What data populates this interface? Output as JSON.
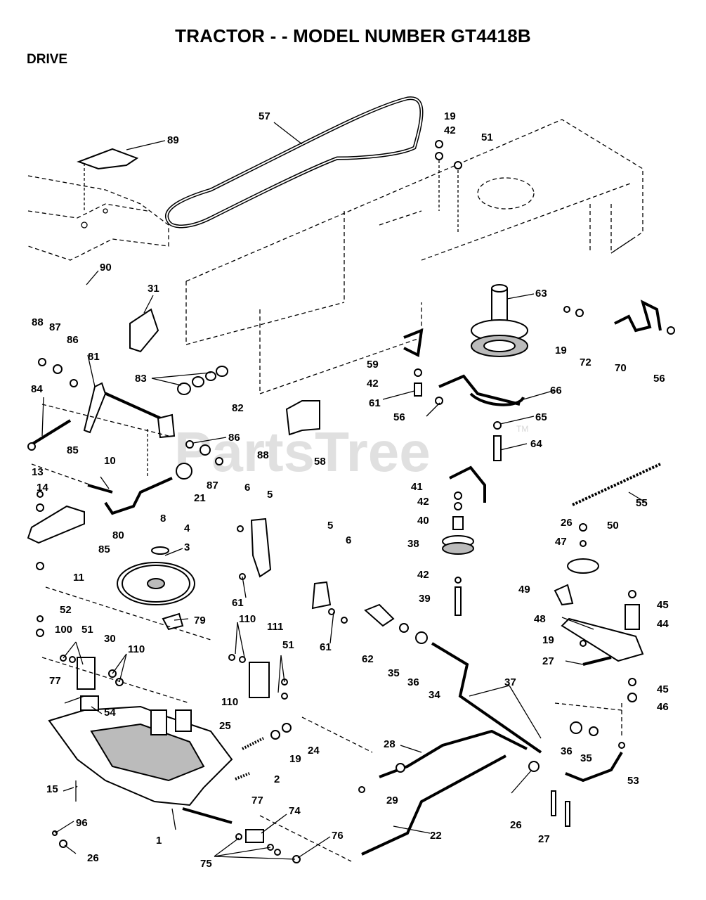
{
  "title": "TRACTOR - - MODEL NUMBER GT4418B",
  "section": "DRIVE",
  "watermark": {
    "text": "PartsTree",
    "tm": "TM"
  },
  "callouts": [
    {
      "id": "c57",
      "text": "57"
    },
    {
      "id": "c19a",
      "text": "19"
    },
    {
      "id": "c42a",
      "text": "42"
    },
    {
      "id": "c51a",
      "text": "51"
    },
    {
      "id": "c89",
      "text": "89"
    },
    {
      "id": "c90",
      "text": "90"
    },
    {
      "id": "c31",
      "text": "31"
    },
    {
      "id": "c63",
      "text": "63"
    },
    {
      "id": "c19b",
      "text": "19"
    },
    {
      "id": "c72",
      "text": "72"
    },
    {
      "id": "c70",
      "text": "70"
    },
    {
      "id": "c56a",
      "text": "56"
    },
    {
      "id": "c88a",
      "text": "88"
    },
    {
      "id": "c87a",
      "text": "87"
    },
    {
      "id": "c86a",
      "text": "86"
    },
    {
      "id": "c81",
      "text": "81"
    },
    {
      "id": "c83",
      "text": "83"
    },
    {
      "id": "c82",
      "text": "82"
    },
    {
      "id": "c84",
      "text": "84"
    },
    {
      "id": "c85a",
      "text": "85"
    },
    {
      "id": "c86b",
      "text": "86"
    },
    {
      "id": "c88b",
      "text": "88"
    },
    {
      "id": "c87b",
      "text": "87"
    },
    {
      "id": "c58",
      "text": "58"
    },
    {
      "id": "c59",
      "text": "59"
    },
    {
      "id": "c42b",
      "text": "42"
    },
    {
      "id": "c61a",
      "text": "61"
    },
    {
      "id": "c56b",
      "text": "56"
    },
    {
      "id": "c66",
      "text": "66"
    },
    {
      "id": "c65",
      "text": "65"
    },
    {
      "id": "c64",
      "text": "64"
    },
    {
      "id": "c55",
      "text": "55"
    },
    {
      "id": "c13",
      "text": "13"
    },
    {
      "id": "c14",
      "text": "14"
    },
    {
      "id": "c10",
      "text": "10"
    },
    {
      "id": "c21",
      "text": "21"
    },
    {
      "id": "c8",
      "text": "8"
    },
    {
      "id": "c80",
      "text": "80"
    },
    {
      "id": "c85b",
      "text": "85"
    },
    {
      "id": "c11",
      "text": "11"
    },
    {
      "id": "c4",
      "text": "4"
    },
    {
      "id": "c3",
      "text": "3"
    },
    {
      "id": "c6a",
      "text": "6"
    },
    {
      "id": "c5a",
      "text": "5"
    },
    {
      "id": "c61b",
      "text": "61"
    },
    {
      "id": "c5b",
      "text": "5"
    },
    {
      "id": "c6b",
      "text": "6"
    },
    {
      "id": "c61c",
      "text": "61"
    },
    {
      "id": "c41",
      "text": "41"
    },
    {
      "id": "c42c",
      "text": "42"
    },
    {
      "id": "c40",
      "text": "40"
    },
    {
      "id": "c38",
      "text": "38"
    },
    {
      "id": "c42d",
      "text": "42"
    },
    {
      "id": "c39",
      "text": "39"
    },
    {
      "id": "c26a",
      "text": "26"
    },
    {
      "id": "c50",
      "text": "50"
    },
    {
      "id": "c47",
      "text": "47"
    },
    {
      "id": "c49",
      "text": "49"
    },
    {
      "id": "c45a",
      "text": "45"
    },
    {
      "id": "c44",
      "text": "44"
    },
    {
      "id": "c48",
      "text": "48"
    },
    {
      "id": "c19c",
      "text": "19"
    },
    {
      "id": "c27a",
      "text": "27"
    },
    {
      "id": "c45b",
      "text": "45"
    },
    {
      "id": "c46",
      "text": "46"
    },
    {
      "id": "c52",
      "text": "52"
    },
    {
      "id": "c100",
      "text": "100"
    },
    {
      "id": "c51b",
      "text": "51"
    },
    {
      "id": "c30",
      "text": "30"
    },
    {
      "id": "c110a",
      "text": "110"
    },
    {
      "id": "c79",
      "text": "79"
    },
    {
      "id": "c110b",
      "text": "110"
    },
    {
      "id": "c111",
      "text": "111"
    },
    {
      "id": "c51c",
      "text": "51"
    },
    {
      "id": "c110c",
      "text": "110"
    },
    {
      "id": "c62",
      "text": "62"
    },
    {
      "id": "c35a",
      "text": "35"
    },
    {
      "id": "c36a",
      "text": "36"
    },
    {
      "id": "c34",
      "text": "34"
    },
    {
      "id": "c37",
      "text": "37"
    },
    {
      "id": "c77a",
      "text": "77"
    },
    {
      "id": "c54",
      "text": "54"
    },
    {
      "id": "c25",
      "text": "25"
    },
    {
      "id": "c24",
      "text": "24"
    },
    {
      "id": "c19d",
      "text": "19"
    },
    {
      "id": "c2",
      "text": "2"
    },
    {
      "id": "c28",
      "text": "28"
    },
    {
      "id": "c36b",
      "text": "36"
    },
    {
      "id": "c35b",
      "text": "35"
    },
    {
      "id": "c53",
      "text": "53"
    },
    {
      "id": "c15",
      "text": "15"
    },
    {
      "id": "c77b",
      "text": "77"
    },
    {
      "id": "c29",
      "text": "29"
    },
    {
      "id": "c26b",
      "text": "26"
    },
    {
      "id": "c27b",
      "text": "27"
    },
    {
      "id": "c96",
      "text": "96"
    },
    {
      "id": "c74",
      "text": "74"
    },
    {
      "id": "c22",
      "text": "22"
    },
    {
      "id": "c1",
      "text": "1"
    },
    {
      "id": "c76",
      "text": "76"
    },
    {
      "id": "c26c",
      "text": "26"
    },
    {
      "id": "c75",
      "text": "75"
    }
  ]
}
